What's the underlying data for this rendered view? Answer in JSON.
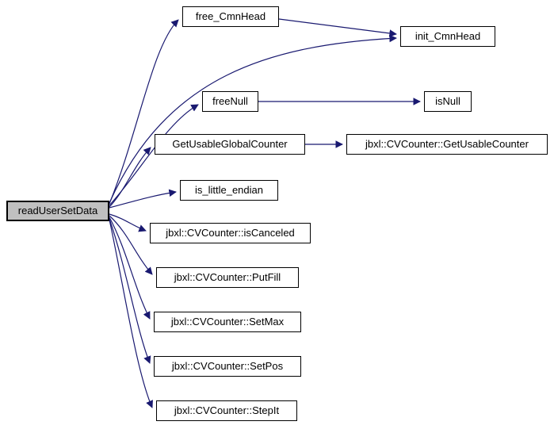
{
  "diagram": {
    "type": "call-graph",
    "root": "readUserSetData",
    "colors": {
      "edge": "#191970",
      "node_border": "#000000",
      "node_fill": "#ffffff",
      "root_fill": "#c0c0c0",
      "text": "#000000",
      "background": "#ffffff"
    },
    "nodes": [
      {
        "label": "readUserSetData",
        "root": true
      },
      {
        "label": "free_CmnHead"
      },
      {
        "label": "init_CmnHead"
      },
      {
        "label": "freeNull"
      },
      {
        "label": "isNull"
      },
      {
        "label": "GetUsableGlobalCounter"
      },
      {
        "label": "jbxl::CVCounter::GetUsableCounter"
      },
      {
        "label": "is_little_endian"
      },
      {
        "label": "jbxl::CVCounter::isCanceled"
      },
      {
        "label": "jbxl::CVCounter::PutFill"
      },
      {
        "label": "jbxl::CVCounter::SetMax"
      },
      {
        "label": "jbxl::CVCounter::SetPos"
      },
      {
        "label": "jbxl::CVCounter::StepIt"
      }
    ],
    "edges": [
      {
        "from": "readUserSetData",
        "to": "free_CmnHead"
      },
      {
        "from": "readUserSetData",
        "to": "init_CmnHead"
      },
      {
        "from": "free_CmnHead",
        "to": "init_CmnHead"
      },
      {
        "from": "readUserSetData",
        "to": "freeNull"
      },
      {
        "from": "freeNull",
        "to": "isNull"
      },
      {
        "from": "readUserSetData",
        "to": "GetUsableGlobalCounter"
      },
      {
        "from": "GetUsableGlobalCounter",
        "to": "jbxl::CVCounter::GetUsableCounter"
      },
      {
        "from": "readUserSetData",
        "to": "is_little_endian"
      },
      {
        "from": "readUserSetData",
        "to": "jbxl::CVCounter::isCanceled"
      },
      {
        "from": "readUserSetData",
        "to": "jbxl::CVCounter::PutFill"
      },
      {
        "from": "readUserSetData",
        "to": "jbxl::CVCounter::SetMax"
      },
      {
        "from": "readUserSetData",
        "to": "jbxl::CVCounter::SetPos"
      },
      {
        "from": "readUserSetData",
        "to": "jbxl::CVCounter::StepIt"
      }
    ]
  }
}
